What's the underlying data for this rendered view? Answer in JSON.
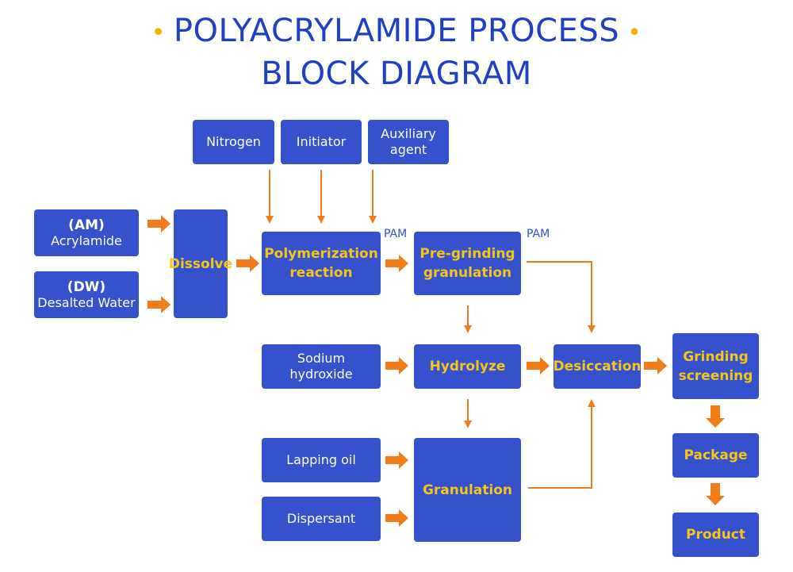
{
  "title": {
    "bullet": "•",
    "line1": "POLYACRYLAMIDE PROCESS",
    "line2": "BLOCK DIAGRAM"
  },
  "nodes": {
    "nitrogen": "Nitrogen",
    "initiator": "Initiator",
    "auxiliary_1": "Auxiliary",
    "auxiliary_2": "agent",
    "am_1": "(AM)",
    "am_2": "Acrylamide",
    "dw_1": "(DW)",
    "dw_2": "Desalted Water",
    "dissolve": "Dissolve",
    "polymerization_1": "Polymerization",
    "polymerization_2": "reaction",
    "pregrinding_1": "Pre-grinding",
    "pregrinding_2": "granulation",
    "sodium_hydroxide": "Sodium hydroxide",
    "hydrolyze": "Hydrolyze",
    "desiccation": "Desiccation",
    "grinding_1": "Grinding",
    "grinding_2": "screening",
    "lapping_oil": "Lapping oil",
    "dispersant": "Dispersant",
    "granulation": "Granulation",
    "package": "Package",
    "product": "Product"
  },
  "labels": {
    "pam_1": "PAM",
    "pam_2": "PAM"
  },
  "colors": {
    "box": "#3551cc",
    "arrow": "#f07d1a",
    "title": "#1f3fc4",
    "highlight_text": "#f5c518"
  }
}
